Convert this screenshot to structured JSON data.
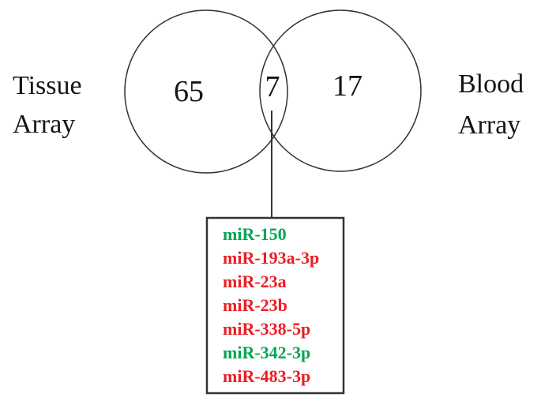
{
  "figure": {
    "type": "venn",
    "left_set": {
      "label_lines": [
        "Tissue",
        "Array"
      ],
      "value": "65"
    },
    "right_set": {
      "label_lines": [
        "Blood",
        "Array"
      ],
      "value": "17"
    },
    "intersection": {
      "value": "7"
    },
    "callout_items": [
      {
        "name": "miR-150",
        "color": "#00A651"
      },
      {
        "name": "miR-193a-3p",
        "color": "#ED1C24"
      },
      {
        "name": "miR-23a",
        "color": "#ED1C24"
      },
      {
        "name": "miR-23b",
        "color": "#ED1C24"
      },
      {
        "name": "miR-338-5p",
        "color": "#ED1C24"
      },
      {
        "name": "miR-342-3p",
        "color": "#00A651"
      },
      {
        "name": "miR-483-3p",
        "color": "#ED1C24"
      }
    ],
    "colors": {
      "text": "#151515",
      "outline": "#333333",
      "background": "#FFFFFF",
      "green": "#00A651",
      "red": "#ED1C24"
    }
  }
}
